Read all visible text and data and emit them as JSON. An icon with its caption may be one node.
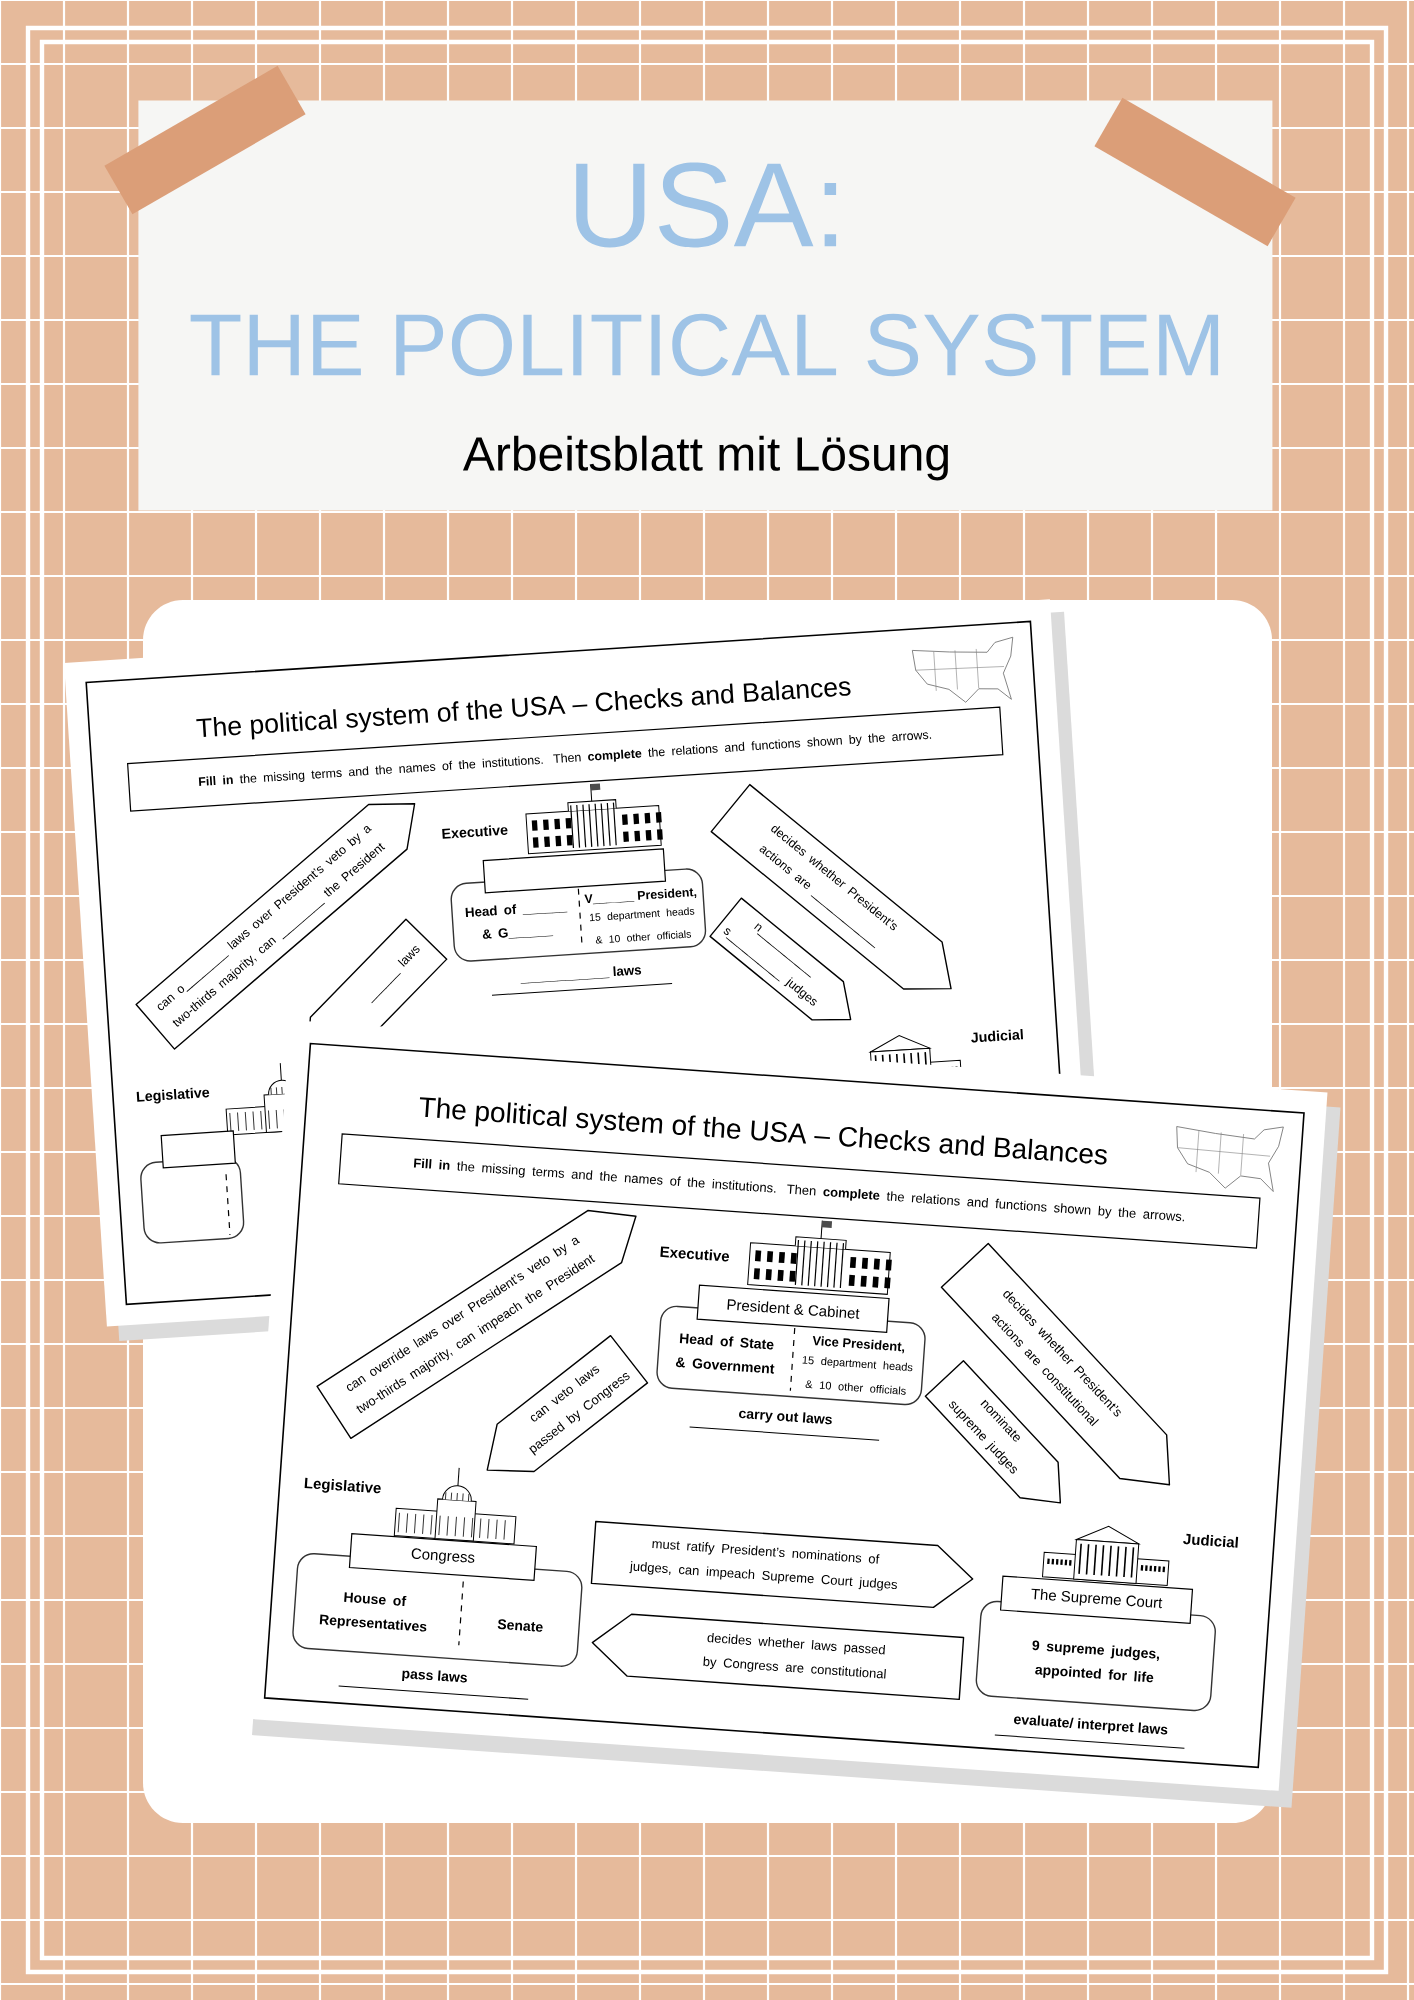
{
  "diagram": {
    "nodes": [
      {
        "text": [
          "USA:",
          "THE POLITICAL SYSTEM",
          "Arbeitsblatt mit Lösung"
        ]
      },
      {
        "text": [
          "**Fill in** the missing terms and the names of the institutions. Then **complete** the relations and functions shown by the arrows."
        ]
      },
      {
        "text": [],
        "shape": "box"
      },
      {
        "text": [
          "Head of ______ & G______",
          "V______ President,",
          "15 department heads & 10 other officials"
        ],
        "beside": [
          "____________ laws"
        ]
      },
      {
        "text": [
          "can o________ laws over President’s veto by a two-thirds majority, can ________ the President"
        ]
      },
      {
        "text": [
          "______ laws"
        ]
      },
      {
        "text": [
          "decides whether President’s actions are ____________"
        ]
      },
      {
        "text": [
          "n__________ s__________ judges"
        ]
      },
      {
        "text": [],
        "shape": "box"
      },
      {
        "text": [],
        "shape": "box"
      },
      {
        "text": [
          "**Fill in** the missing terms and the names of the institutions. Then **complete** the relations and functions shown by the arrows."
        ]
      },
      {
        "text": [
          "President & Cabinet"
        ]
      },
      {
        "text": [
          "Head of State & Government",
          "Vice President,",
          "15 department heads & 10 other officials"
        ],
        "beside": [
          "carry out laws"
        ]
      },
      {
        "text": [
          "can override laws over President’s veto by a two-thirds majority, can impeach the President"
        ]
      },
      {
        "text": [
          "can veto laws passed by Congress"
        ]
      },
      {
        "text": [
          "decides whether President’s actions are constitutional"
        ]
      },
      {
        "text": [
          "nominate supreme judges"
        ]
      },
      {
        "text": [
          "Congress"
        ]
      },
      {
        "text": [
          "House of Representatives",
          "Senate"
        ],
        "beside": [
          "pass laws"
        ]
      },
      {
        "text": [
          "must ratify President’s nominations of judges, can impeach Supreme Court judges"
        ]
      },
      {
        "text": [
          "decides whether laws passed by Congress are constitutional"
        ]
      },
      {
        "text": [
          "The Supreme Court"
        ]
      },
      {
        "text": [
          "9 supreme judges, appointed for life"
        ],
        "beside": [
          "evaluate/ interpret laws"
        ]
      }
    ],
    "labels": [
      "The political system of the USA – Checks and Balances",
      "Executive",
      "Judicial",
      "Legislative",
      "The political system of the USA – Checks and Balances",
      "Executive",
      "Legislative",
      "Judicial"
    ]
  }
}
